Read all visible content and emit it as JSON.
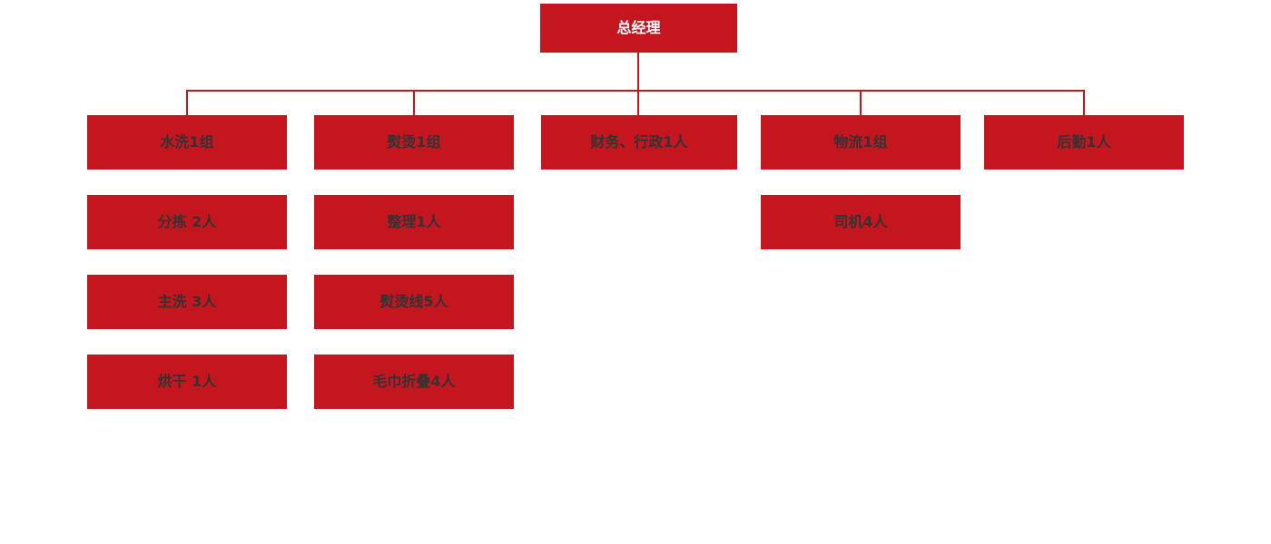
{
  "chart": {
    "type": "org-chart",
    "root": {
      "label": "总经理"
    },
    "branches": [
      {
        "label": "水洗1组",
        "children": [
          "分拣 2人",
          "主洗 3人",
          "烘干 1人"
        ]
      },
      {
        "label": "熨烫1组",
        "children": [
          "整理1人",
          "熨烫线5人",
          "毛巾折叠4人"
        ]
      },
      {
        "label": "财务、行政1人",
        "children": []
      },
      {
        "label": "物流1组",
        "children": [
          "司机4人"
        ]
      },
      {
        "label": "后勤1人",
        "children": []
      }
    ],
    "colors": {
      "box": "#c5161f",
      "line": "#c5161f",
      "root_text": "#ffffff",
      "child_text": "#333333",
      "background": "#ffffff"
    }
  }
}
